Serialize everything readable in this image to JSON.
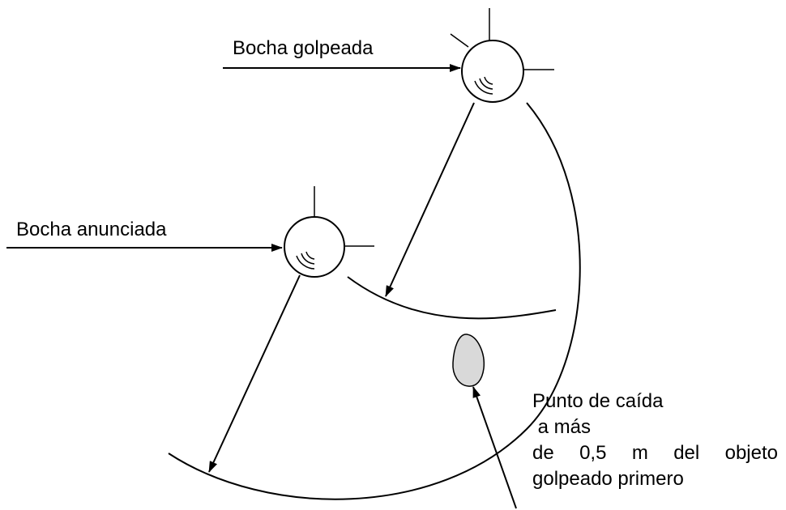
{
  "labels": {
    "hit_ball": "Bocha golpeada",
    "announced_ball": "Bocha anunciada"
  },
  "landing_caption": {
    "line1": "Punto de caída",
    "line2": " a más",
    "line3_words": [
      "de",
      "0,5",
      "m",
      "del",
      "objeto"
    ],
    "line4": "golpeado primero"
  },
  "colors": {
    "stroke": "#000000",
    "landing_mark_fill": "#d9d9d9"
  }
}
